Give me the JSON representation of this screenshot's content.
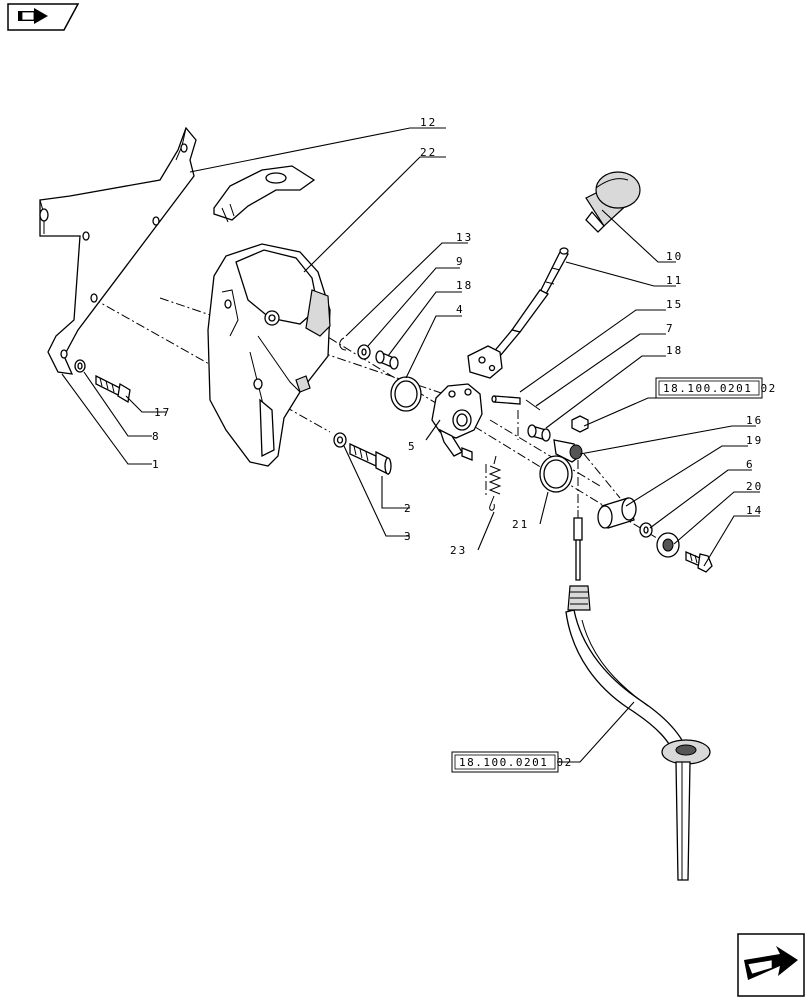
{
  "nav": {
    "top_icon": "book-arrow-icon",
    "bottom_icon": "next-arrow-icon"
  },
  "callouts": {
    "c1": "1",
    "c2": "2",
    "c3": "3",
    "c4": "4",
    "c5": "5",
    "c6": "6",
    "c7": "7",
    "c8": "8",
    "c9": "9",
    "c10": "10",
    "c11": "11",
    "c12": "12",
    "c13": "13",
    "c14": "14",
    "c15": "15",
    "c16": "16",
    "c17": "17",
    "c18a": "18",
    "c18b": "18",
    "c19": "19",
    "c20": "20",
    "c21": "21",
    "c22": "22",
    "c23": "23"
  },
  "references": {
    "ref_upper": "18.100.0201 02",
    "ref_lower": "18.100.0201 02"
  }
}
